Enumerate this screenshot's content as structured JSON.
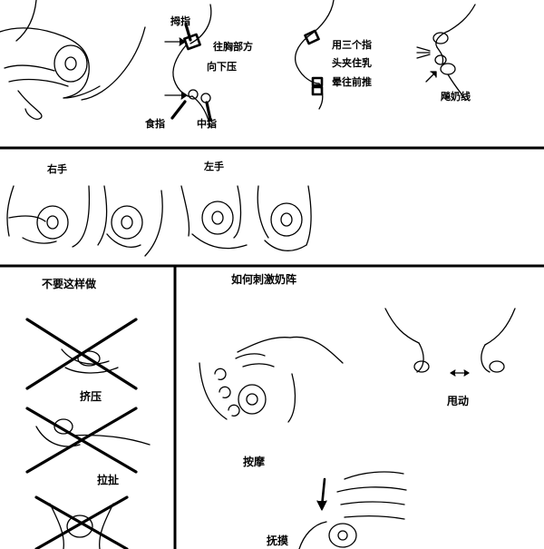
{
  "panel_top": {
    "step2": {
      "thumb": "拇指",
      "line1": "往胸部方",
      "line2": "向下压",
      "index": "食指",
      "middle": "中指"
    },
    "step3": {
      "line1": "用三个指",
      "line2": "头夹住乳",
      "line3": "晕往前推"
    },
    "step4": {
      "label": "飚奶线"
    }
  },
  "panel_hands": {
    "right": "右手",
    "left": "左手"
  },
  "panel_dont": {
    "title": "不要这样做",
    "squeeze": "挤压",
    "pull": "拉扯"
  },
  "panel_stimulate": {
    "title": "如何刺激奶阵",
    "shake": "甩动",
    "massage": "按摩",
    "stroke": "抚摸"
  },
  "colors": {
    "ink": "#000000",
    "paper": "#ffffff"
  }
}
